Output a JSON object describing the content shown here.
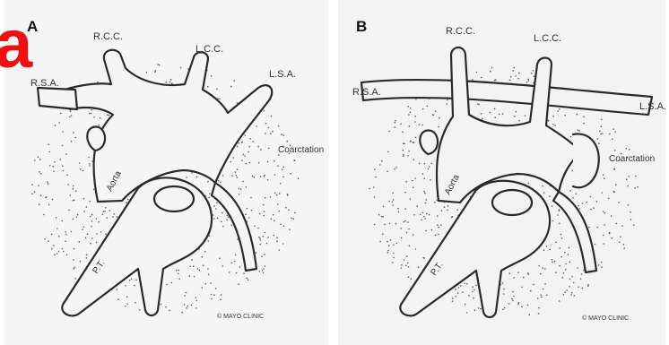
{
  "overlay_letter": "a",
  "panel_a": {
    "letter": "A",
    "labels": {
      "rcc": "R.C.C.",
      "lcc": "L.C.C.",
      "rsa": "R.S.A.",
      "lsa": "L.S.A.",
      "coarctation": "Coarctation",
      "aorta": "Aorta",
      "pt": "P.T.",
      "credit": "© MAYO CLINIC"
    }
  },
  "panel_b": {
    "letter": "B",
    "labels": {
      "rcc": "R.C.C.",
      "lcc": "L.C.C.",
      "rsa": "R.S.A.",
      "lsa": "L.S.A.",
      "coarctation": "Coarctation",
      "aorta": "Aorta",
      "pt": "P.T.",
      "credit": "© MAYO CLINIC"
    }
  },
  "colors": {
    "ink": "#2a2a2a",
    "panel_bg": "#f5f5f5",
    "accent_red": "#ee1111"
  }
}
